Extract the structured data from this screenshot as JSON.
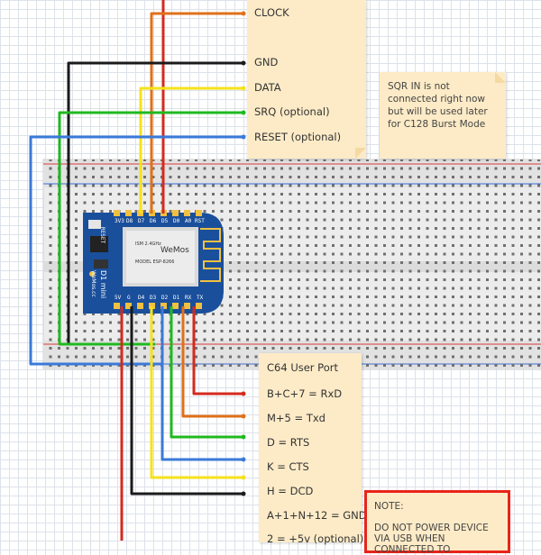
{
  "top_signals": {
    "clock": "CLOCK",
    "gnd": "GND",
    "data": "DATA",
    "srq": "SRQ (optional)",
    "reset": "RESET (optional)"
  },
  "sqr_note": {
    "line1": "SQR IN is not",
    "line2": "connected right now",
    "line3": "but will be used later",
    "line4": "for C128 Burst Mode"
  },
  "user_port": {
    "title": "C64 User Port",
    "rxd": "B+C+7 = RxD",
    "txd": "M+5 = Txd",
    "rts": "D = RTS",
    "cts": "K = CTS",
    "dcd": "H = DCD",
    "gnd": "A+1+N+12 = GND",
    "v5": "2 = +5v  (optional)"
  },
  "warning": {
    "title": "NOTE:",
    "text": "DO NOT POWER DEVICE VIA USB WHEN CONNECTED TO"
  },
  "board": {
    "top_pins": [
      "3V3",
      "D8",
      "D7",
      "D6",
      "D5",
      "D0",
      "A0",
      "RST"
    ],
    "bottom_pins": [
      "5V",
      "G",
      "D4",
      "D3",
      "D2",
      "D1",
      "RX",
      "TX"
    ],
    "reset_label": "RESET",
    "logo": "WeMos",
    "model": "MODEL ESP-8266",
    "module_text": "ISM 2.4GHz",
    "name": "D1 mini",
    "vendor": "WeMos.cc"
  },
  "colors": {
    "red": "#d42a1e",
    "orange": "#e0701a",
    "black": "#1a1a1a",
    "yellow": "#f5e21a",
    "green": "#1fb91f",
    "blue": "#3a7ad8",
    "board": "#1a4f9c",
    "note": "#fdebc7",
    "breadboard": "#e9e9e9"
  }
}
